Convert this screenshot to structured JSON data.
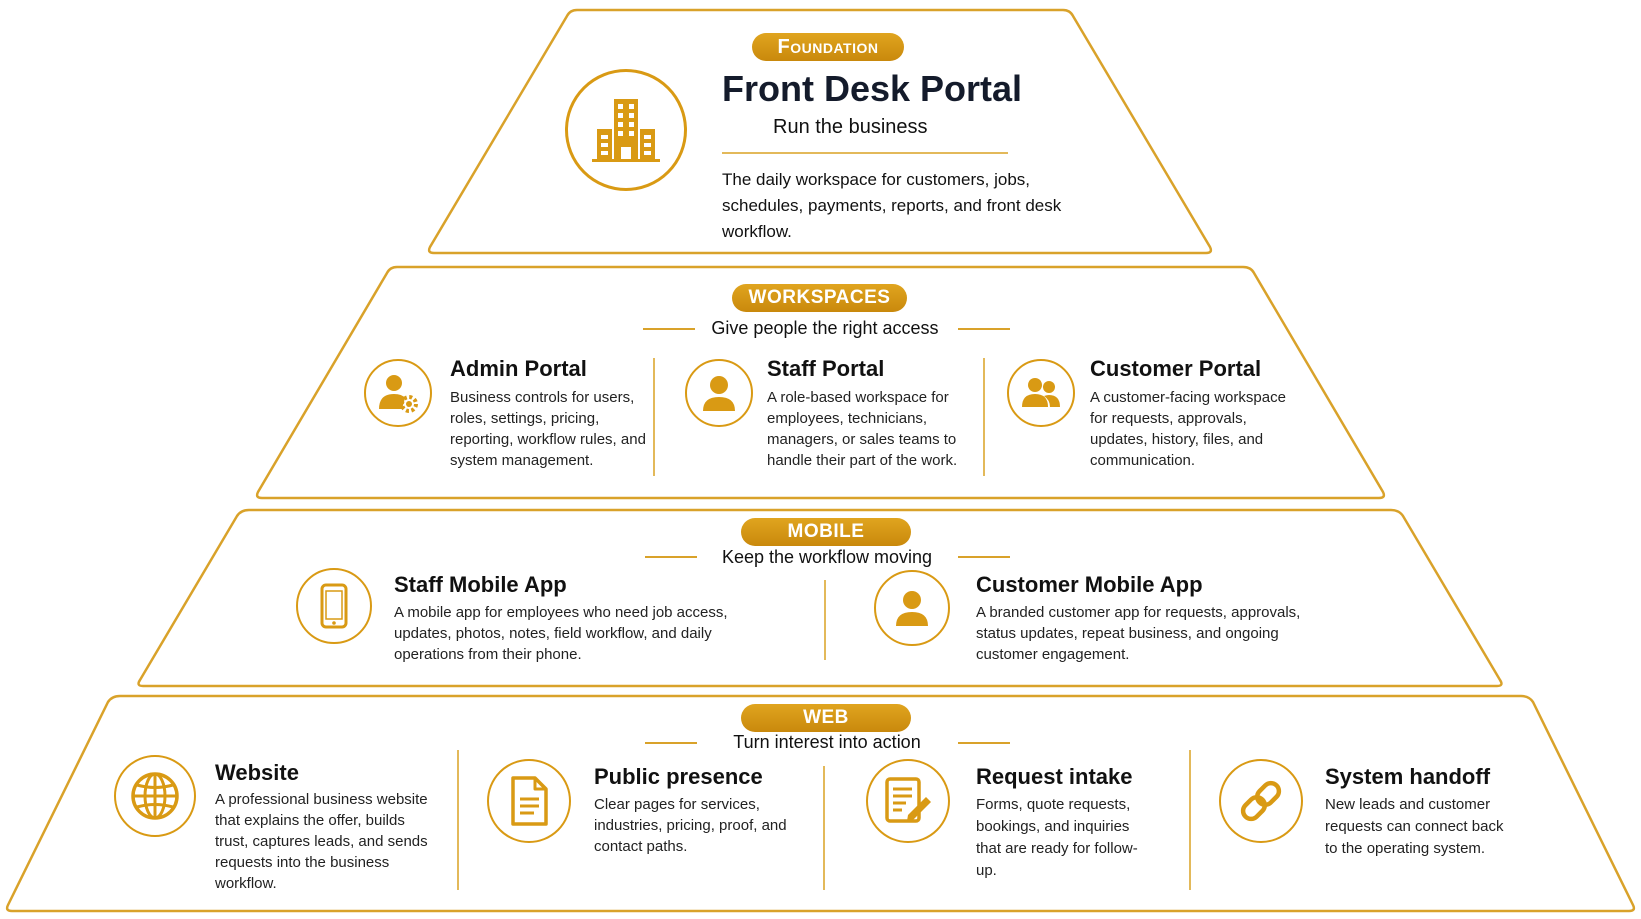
{
  "colors": {
    "accent": "#d99a14",
    "accent_dark": "#c9890c",
    "border": "#d9a22a",
    "text": "#111111"
  },
  "foundation": {
    "badge": "Foundation",
    "icon": "building-icon",
    "title": "Front Desk Portal",
    "subtitle": "Run the business",
    "description": "The daily workspace for customers, jobs, schedules, payments, reports, and front desk workflow."
  },
  "workspaces": {
    "badge": "WORKSPACES",
    "subtitle": "Give people the right access",
    "items": [
      {
        "icon": "admin-user-gear-icon",
        "title": "Admin Portal",
        "description": "Business controls for users, roles, settings, pricing, reporting, workflow rules, and system management."
      },
      {
        "icon": "person-icon",
        "title": "Staff Portal",
        "description": "A role-based workspace for employees, technicians, managers, or sales teams to handle their part of the work."
      },
      {
        "icon": "users-icon",
        "title": "Customer Portal",
        "description": "A customer-facing workspace for requests, approvals, updates, history, files, and communication."
      }
    ]
  },
  "mobile": {
    "badge": "MOBILE",
    "subtitle": "Keep the workflow moving",
    "items": [
      {
        "icon": "smartphone-icon",
        "title": "Staff Mobile App",
        "description": "A mobile app for employees who need job access, updates, photos, notes, field workflow, and daily operations from their phone."
      },
      {
        "icon": "person-icon",
        "title": "Customer Mobile App",
        "description": "A branded customer app for requests, approvals, status updates, repeat business, and ongoing customer engagement."
      }
    ]
  },
  "web": {
    "badge": "WEB",
    "subtitle": "Turn interest into action",
    "items": [
      {
        "icon": "globe-icon",
        "title": "Website",
        "description": "A professional business website that explains the offer, builds trust, captures leads, and sends requests into the business workflow."
      },
      {
        "icon": "document-icon",
        "title": "Public presence",
        "description": "Clear pages for services, industries, pricing, proof, and contact paths."
      },
      {
        "icon": "form-edit-icon",
        "title": "Request intake",
        "description": "Forms, quote requests, bookings, and inquiries that are ready for follow-up."
      },
      {
        "icon": "link-icon",
        "title": "System handoff",
        "description": "New leads and customer requests can connect back to the operating system."
      }
    ]
  }
}
